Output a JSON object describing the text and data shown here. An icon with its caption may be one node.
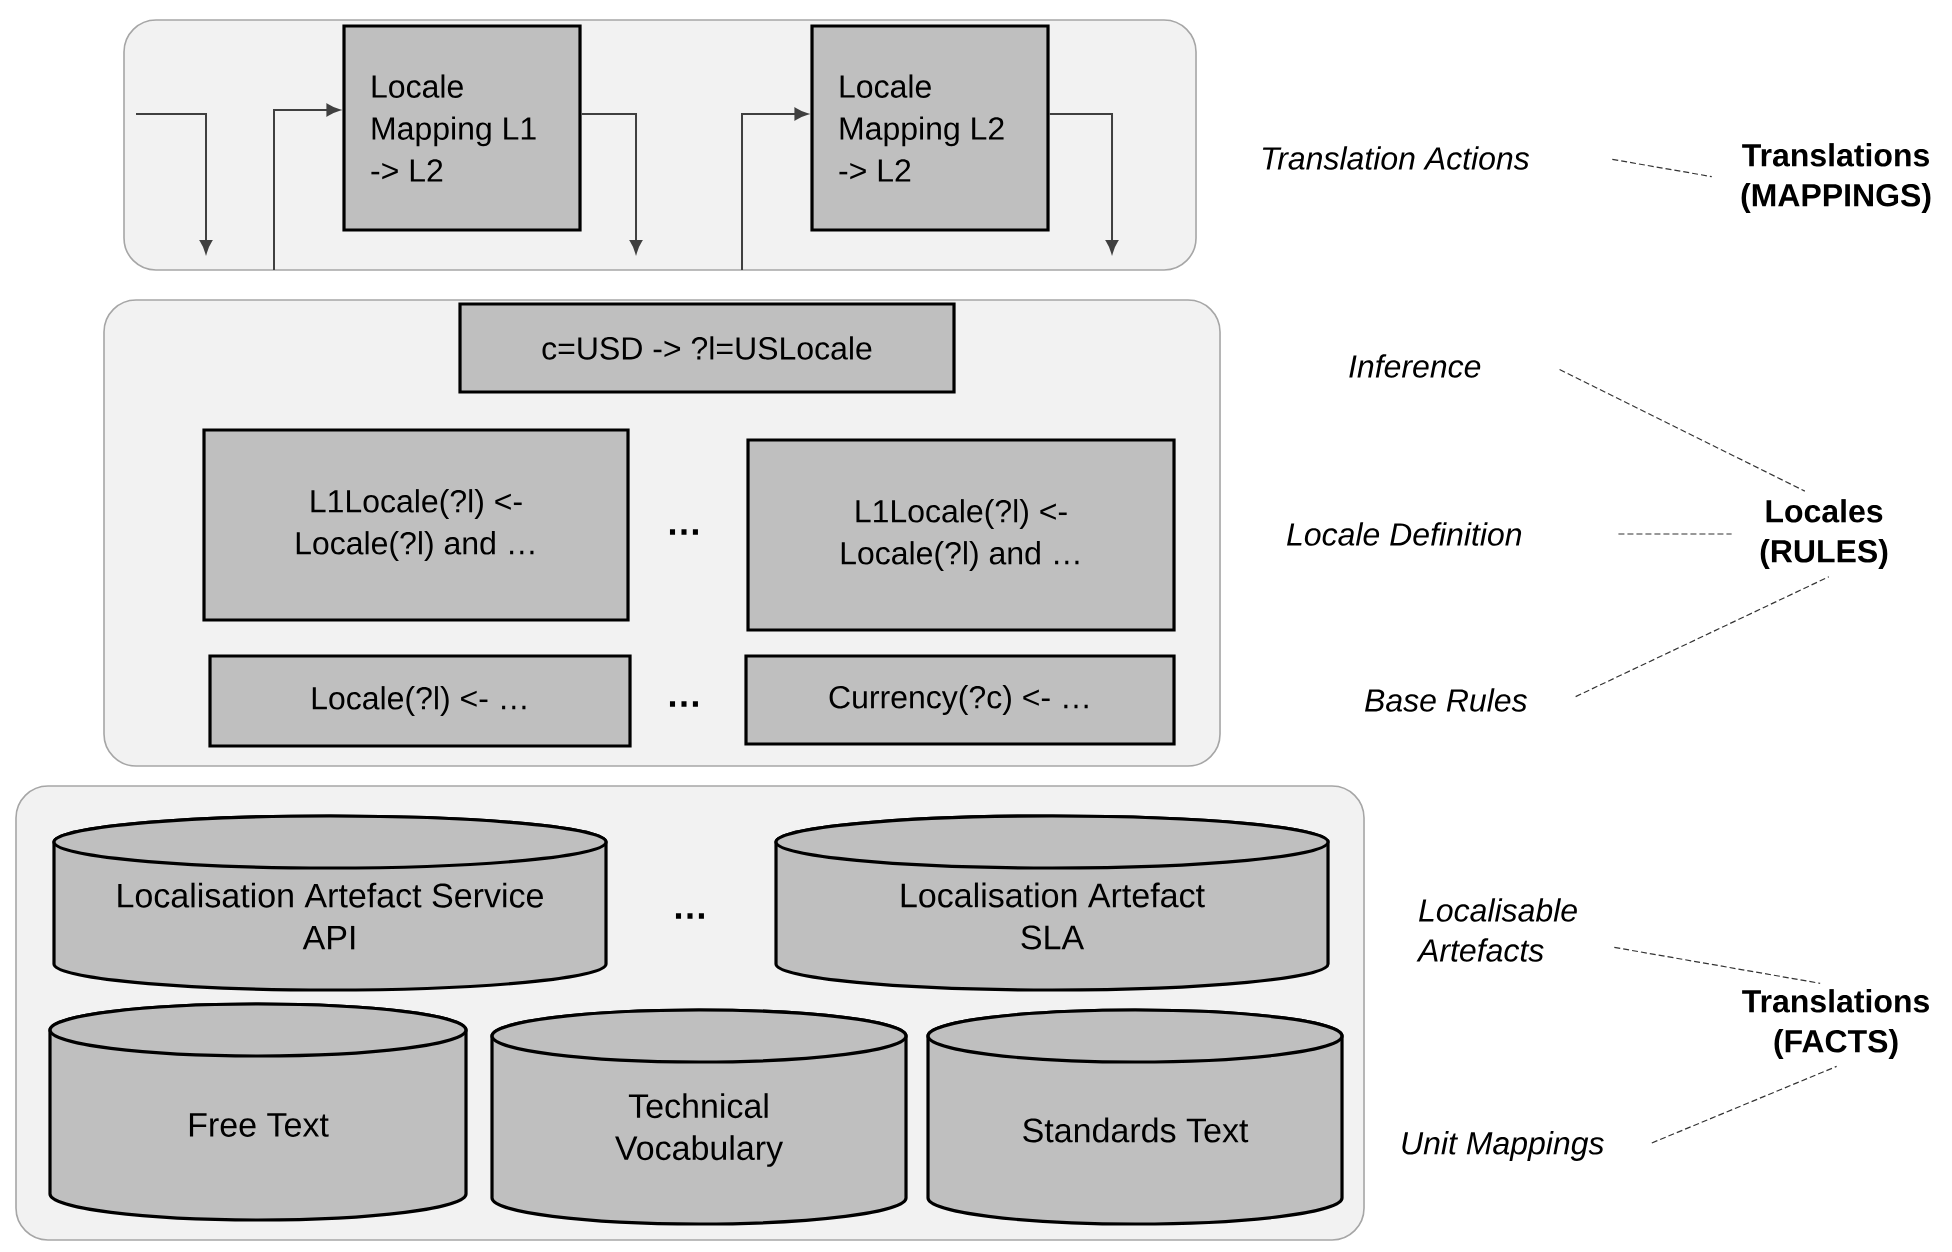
{
  "diagram": {
    "nodes": [
      {
        "text": [],
        "shape": "box"
      },
      {
        "text": [
          "Locale Mapping L1 -> L2"
        ],
        "in": 0
      },
      {
        "text": [
          "Locale Mapping L2 -> L2"
        ],
        "in": 0
      },
      {
        "text": [],
        "shape": "box"
      },
      {
        "text": [
          "c=USD -> ?l=USLocale"
        ],
        "in": 3
      },
      {
        "text": [
          "L1Locale(?l) <- Locale(?l) and …"
        ],
        "in": 3
      },
      {
        "text": [
          "L1Locale(?l) <- Locale(?l) and …"
        ],
        "in": 3
      },
      {
        "text": [
          "Locale(?l) <- …"
        ],
        "in": 3
      },
      {
        "text": [
          "Currency(?c) <- …"
        ],
        "in": 3
      },
      {
        "text": [],
        "shape": "box"
      },
      {
        "text": [
          "Localisation Artefact Service API"
        ],
        "in": 9
      },
      {
        "text": [
          "Localisation Artefact SLA"
        ],
        "in": 9
      },
      {
        "text": [
          "Free Text"
        ],
        "in": 9
      },
      {
        "text": [
          "Technical Vocabulary"
        ],
        "in": 9
      },
      {
        "text": [
          "Standards Text"
        ],
        "in": 9
      },
      {
        "text": [
          "Translation Actions"
        ]
      },
      {
        "text": [
          "Translations (MAPPINGS)"
        ]
      },
      {
        "text": [
          "Inference"
        ]
      },
      {
        "text": [
          "Locale Definition"
        ]
      },
      {
        "text": [
          "Base Rules"
        ]
      },
      {
        "text": [
          "Locales (RULES)"
        ]
      },
      {
        "text": [
          "Localisable Artefacts"
        ]
      },
      {
        "text": [
          "Unit Mappings"
        ]
      },
      {
        "text": [
          "Translations (FACTS)"
        ]
      }
    ],
    "edges": [
      {
        "from": null,
        "to": 1,
        "arrow": "to"
      },
      {
        "from": 1,
        "to": null,
        "arrow": "to"
      },
      {
        "from": null,
        "to": 2,
        "arrow": "to"
      },
      {
        "from": 2,
        "to": null,
        "arrow": "to"
      },
      {
        "from": 15,
        "to": 16,
        "arrow": "none",
        "style": "dashed"
      },
      {
        "from": 17,
        "to": 20,
        "arrow": "none",
        "style": "dashed"
      },
      {
        "from": 18,
        "to": 20,
        "arrow": "none",
        "style": "dashed"
      },
      {
        "from": 19,
        "to": 20,
        "arrow": "none",
        "style": "dashed"
      },
      {
        "from": 21,
        "to": 23,
        "arrow": "none",
        "style": "dashed"
      },
      {
        "from": 22,
        "to": 23,
        "arrow": "none",
        "style": "dashed"
      }
    ],
    "labels": [
      "…",
      "…",
      "…"
    ]
  }
}
